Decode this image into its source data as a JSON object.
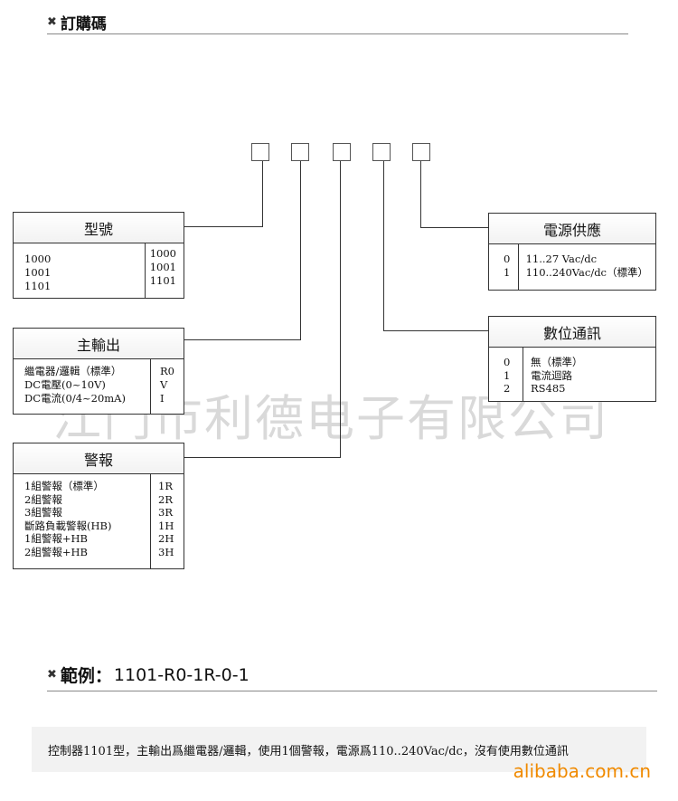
{
  "header1": {
    "icon": "x-mark-icon",
    "title": "訂購碼"
  },
  "watermark": "江门市利德电子有限公司",
  "boxes": {
    "model": {
      "title": "型號",
      "left": [
        "1000",
        "1001",
        "1101"
      ],
      "right": [
        "1000",
        "1001",
        "1101"
      ]
    },
    "main_output": {
      "title": "主輸出",
      "left": [
        "繼電器/邏輯（標準）",
        "DC電壓(0~10V)",
        "DC電流(0/4~20mA)"
      ],
      "right": [
        "R0",
        "V",
        "I"
      ]
    },
    "alarm": {
      "title": "警報",
      "left": [
        "1組警報（標準）",
        "2組警報",
        "3組警報",
        "斷路負載警報(HB)",
        "1組警報+HB",
        "2組警報+HB"
      ],
      "right": [
        "1R",
        "2R",
        "3R",
        "1H",
        "2H",
        "3H"
      ]
    },
    "power": {
      "title": "電源供應",
      "codes": [
        "0",
        "1"
      ],
      "desc": [
        "11..27 Vac/dc",
        "110..240Vac/dc（標準）"
      ]
    },
    "comm": {
      "title": "數位通訊",
      "codes": [
        "0",
        "1",
        "2"
      ],
      "desc": [
        "無（標準）",
        "電流迴路",
        "RS485"
      ]
    }
  },
  "header2": {
    "icon": "x-mark-icon",
    "title": "範例：",
    "code": "1101-R0-1R-0-1"
  },
  "note": "控制器1101型，主輸出爲繼電器/邏輯，使用1個警報，電源爲110..240Vac/dc，沒有使用數位通訊",
  "brand": "alibaba.com.cn"
}
